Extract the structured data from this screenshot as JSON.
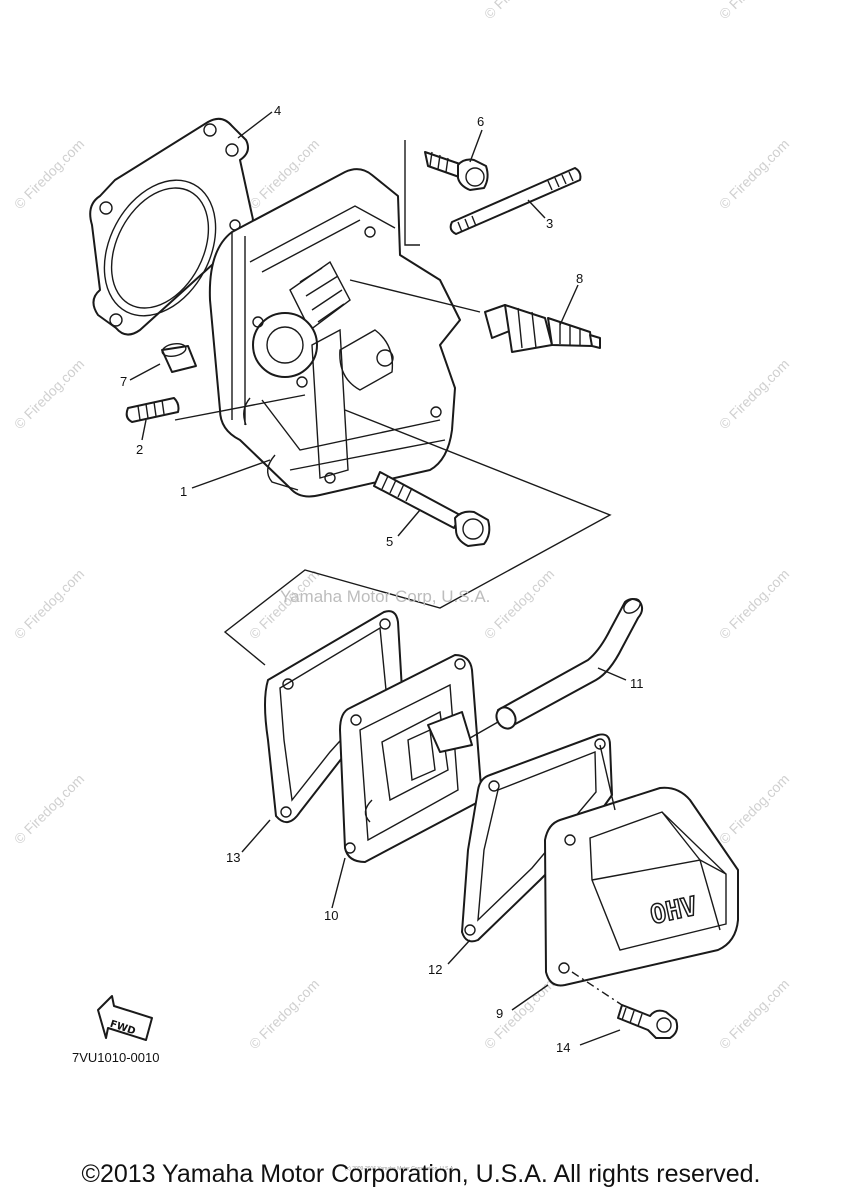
{
  "diagram": {
    "callouts": [
      "1",
      "2",
      "3",
      "4",
      "5",
      "6",
      "7",
      "8",
      "9",
      "10",
      "11",
      "12",
      "13",
      "14"
    ],
    "drawing_code": "7VU1010-0010",
    "fwd_label": "FWD",
    "cover_mark": "OHV",
    "center_watermark": "Yamaha Motor Corp, U.S.A.",
    "diagonal_watermark": "© Firedog.com",
    "tiny_credit": "(c) 2009-2016 Yamaha Motor Corporation, U.S.A."
  },
  "footer": {
    "copyright": "©2013 Yamaha Motor Corporation, U.S.A. All rights reserved."
  }
}
